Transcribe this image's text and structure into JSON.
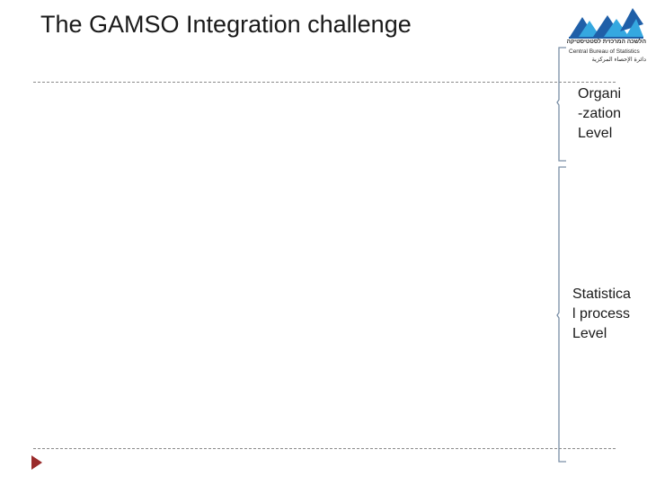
{
  "slide": {
    "title": "The GAMSO Integration challenge"
  },
  "logo": {
    "name": "logo-cbs",
    "line_hebrew": "הלשכה המרכזית לסטטיסטיקה",
    "line_english": "Central Bureau of Statistics",
    "line_arabic": "دائرة الإحصاء المركزية",
    "colors": [
      "#1f5fa8",
      "#35a8e0"
    ]
  },
  "levels": [
    {
      "label": "Organi\n-zation\nLevel"
    },
    {
      "label": "Statistica\nl process\nLevel"
    }
  ],
  "colors": {
    "bracket": "#7a8fa6",
    "bullet": "#9a2b2b",
    "dash": "#8a8a8a"
  }
}
